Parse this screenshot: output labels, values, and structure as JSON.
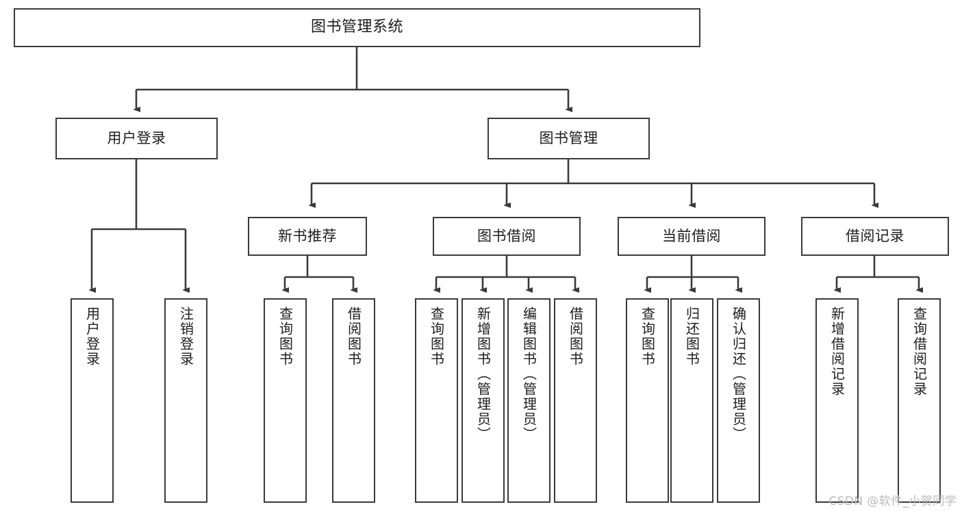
{
  "diagram": {
    "title": "图书管理系统",
    "watermark": "CSDN @软件_小贺同学",
    "colors": {
      "stroke": "#3a3a3a",
      "text": "#1d1d1d",
      "background": "#ffffff",
      "watermark": "#b9b9b9"
    },
    "nodes": {
      "root": {
        "label": "图书管理系统"
      },
      "level2": [
        {
          "label": "用户登录"
        },
        {
          "label": "图书管理"
        }
      ],
      "level3": [
        {
          "label": "新书推荐"
        },
        {
          "label": "图书借阅"
        },
        {
          "label": "当前借阅"
        },
        {
          "label": "借阅记录"
        }
      ],
      "leaves": {
        "user_login": [
          {
            "label": "用户登录"
          },
          {
            "label": "注销登录"
          }
        ],
        "new_book_recommend": [
          {
            "label": "查询图书"
          },
          {
            "label": "借阅图书"
          }
        ],
        "book_borrow": [
          {
            "label": "查询图书"
          },
          {
            "label": "新增图书（管理员）"
          },
          {
            "label": "编辑图书（管理员）"
          },
          {
            "label": "借阅图书"
          }
        ],
        "current_borrow": [
          {
            "label": "查询图书"
          },
          {
            "label": "归还图书"
          },
          {
            "label": "确认归还（管理员）"
          }
        ],
        "borrow_record": [
          {
            "label": "新增借阅记录"
          },
          {
            "label": "查询借阅记录"
          }
        ]
      }
    }
  }
}
